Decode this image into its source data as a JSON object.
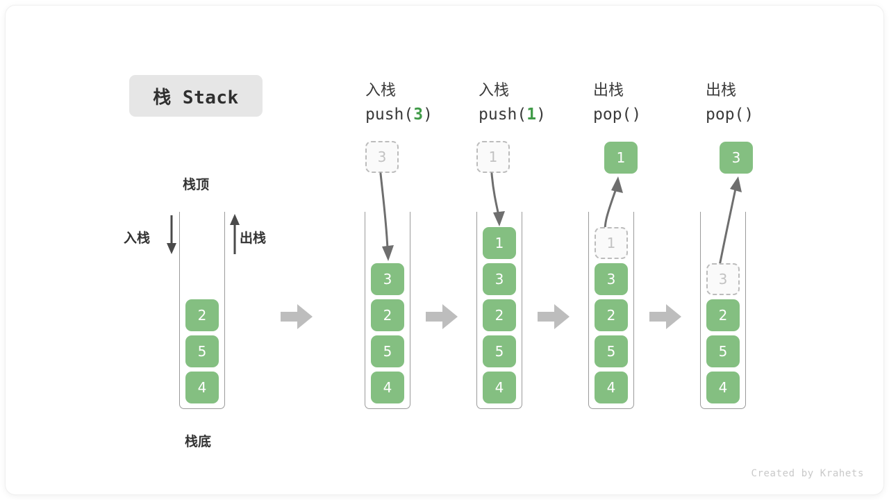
{
  "title": {
    "text": "栈 Stack"
  },
  "labels": {
    "top": "栈顶",
    "bottom": "栈底",
    "push": "入栈",
    "pop": "出栈"
  },
  "watermark": "Created by Krahets",
  "colors": {
    "cell_green": "#84bf81",
    "arg_green": "#3f9a47",
    "ghost_border": "#bcbcbc",
    "ghost_text": "#c2c2c2",
    "arrow_gray": "#6e6e6e",
    "separator_gray": "#bdbdbd",
    "chip_bg": "#e6e6e6"
  },
  "panels": [
    {
      "id": "initial",
      "header_cn": "",
      "header_code": "",
      "cells": [
        "2",
        "5",
        "4"
      ]
    },
    {
      "id": "push-3",
      "header_cn": "入栈",
      "header_code_pre": "push(",
      "header_arg": "3",
      "header_code_post": ")",
      "floating_value": "3",
      "cells": [
        "3",
        "2",
        "5",
        "4"
      ]
    },
    {
      "id": "push-1",
      "header_cn": "入栈",
      "header_code_pre": "push(",
      "header_arg": "1",
      "header_code_post": ")",
      "floating_value": "1",
      "cells": [
        "1",
        "3",
        "2",
        "5",
        "4"
      ]
    },
    {
      "id": "pop-1",
      "header_cn": "出栈",
      "header_code_pre": "pop(",
      "header_arg": "",
      "header_code_post": ")",
      "floating_value": "1",
      "ghost_value": "1",
      "cells": [
        "3",
        "2",
        "5",
        "4"
      ]
    },
    {
      "id": "pop-3",
      "header_cn": "出栈",
      "header_code_pre": "pop(",
      "header_arg": "",
      "header_code_post": ")",
      "floating_value": "3",
      "ghost_value": "3",
      "cells": [
        "2",
        "5",
        "4"
      ]
    }
  ]
}
